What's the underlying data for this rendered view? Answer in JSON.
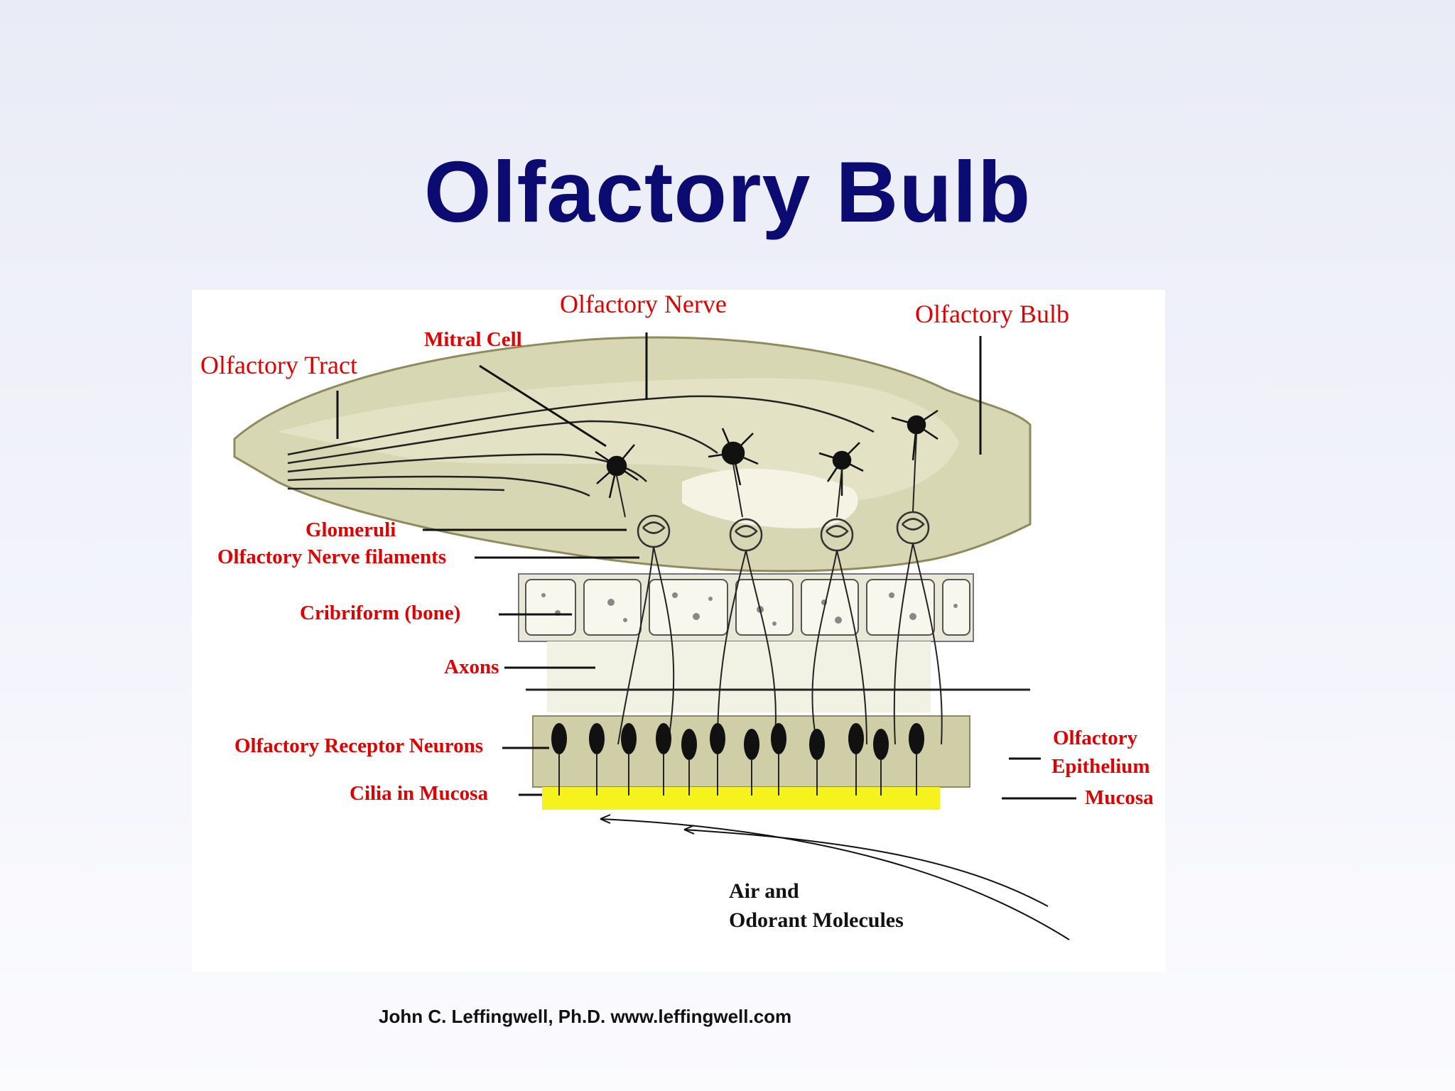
{
  "slide": {
    "title": "Olfactory Bulb",
    "credit": "John C. Leffingwell, Ph.D. www.leffingwell.com"
  },
  "diagram": {
    "labels": {
      "olfactory_nerve": "Olfactory Nerve",
      "olfactory_bulb": "Olfactory Bulb",
      "mitral_cell": "Mitral Cell",
      "olfactory_tract": "Olfactory Tract",
      "glomeruli": "Glomeruli",
      "nerve_filaments": "Olfactory Nerve filaments",
      "cribriform": "Cribriform (bone)",
      "axons": "Axons",
      "receptor_neurons": "Olfactory Receptor Neurons",
      "cilia": "Cilia in Mucosa",
      "epithelium_line1": "Olfactory",
      "epithelium_line2": "Epithelium",
      "mucosa": "Mucosa",
      "air_line1": "Air and",
      "air_line2": "Odorant Molecules"
    },
    "colors": {
      "label_red": "#e10000",
      "title_navy": "#0b0b72",
      "bulb_fill": "#d8d7b4",
      "tissue_fill": "#cfcea6",
      "mucosa_yellow": "#f6f21e"
    }
  }
}
